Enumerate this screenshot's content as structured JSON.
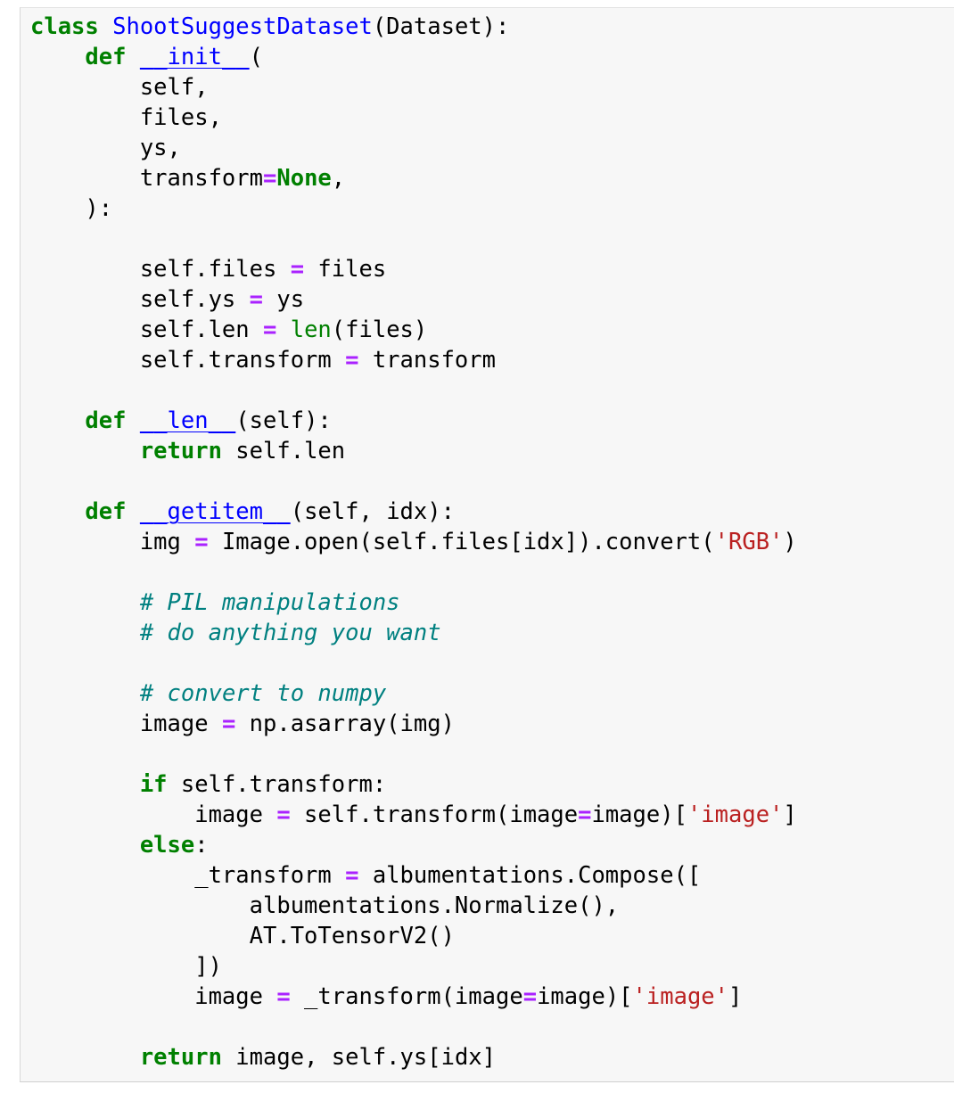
{
  "colors": {
    "keyword": "#008000",
    "class_name": "#0000ff",
    "function_name": "#0000ff",
    "builtin": "#008000",
    "operator": "#aa22ff",
    "string": "#ba2121",
    "comment": "#008080",
    "text": "#000000",
    "cell_background": "#f7f7f7"
  },
  "code_lines": [
    [
      {
        "t": "class",
        "k": "kw"
      },
      {
        "t": " ",
        "k": "pl"
      },
      {
        "t": "ShootSuggestDataset",
        "k": "cls"
      },
      {
        "t": "(Dataset):",
        "k": "pl"
      }
    ],
    [
      {
        "t": "    ",
        "k": "pl"
      },
      {
        "t": "def",
        "k": "kw"
      },
      {
        "t": " ",
        "k": "pl"
      },
      {
        "t": "__init__",
        "k": "fn"
      },
      {
        "t": "(",
        "k": "pl"
      }
    ],
    [
      {
        "t": "        self,",
        "k": "pl"
      }
    ],
    [
      {
        "t": "        files,",
        "k": "pl"
      }
    ],
    [
      {
        "t": "        ys,",
        "k": "pl"
      }
    ],
    [
      {
        "t": "        transform",
        "k": "pl"
      },
      {
        "t": "=",
        "k": "op"
      },
      {
        "t": "None",
        "k": "kw"
      },
      {
        "t": ",",
        "k": "pl"
      }
    ],
    [
      {
        "t": "    ):",
        "k": "pl"
      }
    ],
    [
      {
        "t": "",
        "k": "pl"
      }
    ],
    [
      {
        "t": "        self.files ",
        "k": "pl"
      },
      {
        "t": "=",
        "k": "op"
      },
      {
        "t": " files",
        "k": "pl"
      }
    ],
    [
      {
        "t": "        self.ys ",
        "k": "pl"
      },
      {
        "t": "=",
        "k": "op"
      },
      {
        "t": " ys",
        "k": "pl"
      }
    ],
    [
      {
        "t": "        self.len ",
        "k": "pl"
      },
      {
        "t": "=",
        "k": "op"
      },
      {
        "t": " ",
        "k": "pl"
      },
      {
        "t": "len",
        "k": "bi"
      },
      {
        "t": "(files)",
        "k": "pl"
      }
    ],
    [
      {
        "t": "        self.transform ",
        "k": "pl"
      },
      {
        "t": "=",
        "k": "op"
      },
      {
        "t": " transform",
        "k": "pl"
      }
    ],
    [
      {
        "t": "",
        "k": "pl"
      }
    ],
    [
      {
        "t": "    ",
        "k": "pl"
      },
      {
        "t": "def",
        "k": "kw"
      },
      {
        "t": " ",
        "k": "pl"
      },
      {
        "t": "__len__",
        "k": "fn"
      },
      {
        "t": "(self):",
        "k": "pl"
      }
    ],
    [
      {
        "t": "        ",
        "k": "pl"
      },
      {
        "t": "return",
        "k": "kw"
      },
      {
        "t": " self.len",
        "k": "pl"
      }
    ],
    [
      {
        "t": "",
        "k": "pl"
      }
    ],
    [
      {
        "t": "    ",
        "k": "pl"
      },
      {
        "t": "def",
        "k": "kw"
      },
      {
        "t": " ",
        "k": "pl"
      },
      {
        "t": "__getitem__",
        "k": "fn"
      },
      {
        "t": "(self, idx):",
        "k": "pl"
      }
    ],
    [
      {
        "t": "        img ",
        "k": "pl"
      },
      {
        "t": "=",
        "k": "op"
      },
      {
        "t": " Image.open(self.files[idx]).convert(",
        "k": "pl"
      },
      {
        "t": "'RGB'",
        "k": "str"
      },
      {
        "t": ")",
        "k": "pl"
      }
    ],
    [
      {
        "t": "",
        "k": "pl"
      }
    ],
    [
      {
        "t": "        ",
        "k": "pl"
      },
      {
        "t": "# PIL manipulations",
        "k": "cm"
      }
    ],
    [
      {
        "t": "        ",
        "k": "pl"
      },
      {
        "t": "# do anything you want",
        "k": "cm"
      }
    ],
    [
      {
        "t": "",
        "k": "pl"
      }
    ],
    [
      {
        "t": "        ",
        "k": "pl"
      },
      {
        "t": "# convert to numpy",
        "k": "cm"
      }
    ],
    [
      {
        "t": "        image ",
        "k": "pl"
      },
      {
        "t": "=",
        "k": "op"
      },
      {
        "t": " np.asarray(img)",
        "k": "pl"
      }
    ],
    [
      {
        "t": "",
        "k": "pl"
      }
    ],
    [
      {
        "t": "        ",
        "k": "pl"
      },
      {
        "t": "if",
        "k": "kw"
      },
      {
        "t": " self.transform:",
        "k": "pl"
      }
    ],
    [
      {
        "t": "            image ",
        "k": "pl"
      },
      {
        "t": "=",
        "k": "op"
      },
      {
        "t": " self.transform(image",
        "k": "pl"
      },
      {
        "t": "=",
        "k": "op"
      },
      {
        "t": "image)[",
        "k": "pl"
      },
      {
        "t": "'image'",
        "k": "str"
      },
      {
        "t": "]",
        "k": "pl"
      }
    ],
    [
      {
        "t": "        ",
        "k": "pl"
      },
      {
        "t": "else",
        "k": "kw"
      },
      {
        "t": ":",
        "k": "pl"
      }
    ],
    [
      {
        "t": "            _transform ",
        "k": "pl"
      },
      {
        "t": "=",
        "k": "op"
      },
      {
        "t": " albumentations.Compose([",
        "k": "pl"
      }
    ],
    [
      {
        "t": "                albumentations.Normalize(),",
        "k": "pl"
      }
    ],
    [
      {
        "t": "                AT.ToTensorV2()",
        "k": "pl"
      }
    ],
    [
      {
        "t": "            ])",
        "k": "pl"
      }
    ],
    [
      {
        "t": "            image ",
        "k": "pl"
      },
      {
        "t": "=",
        "k": "op"
      },
      {
        "t": " _transform(image",
        "k": "pl"
      },
      {
        "t": "=",
        "k": "op"
      },
      {
        "t": "image)[",
        "k": "pl"
      },
      {
        "t": "'image'",
        "k": "str"
      },
      {
        "t": "]",
        "k": "pl"
      }
    ],
    [
      {
        "t": "",
        "k": "pl"
      }
    ],
    [
      {
        "t": "        ",
        "k": "pl"
      },
      {
        "t": "return",
        "k": "kw"
      },
      {
        "t": " image, self.ys[idx]",
        "k": "pl"
      }
    ]
  ]
}
